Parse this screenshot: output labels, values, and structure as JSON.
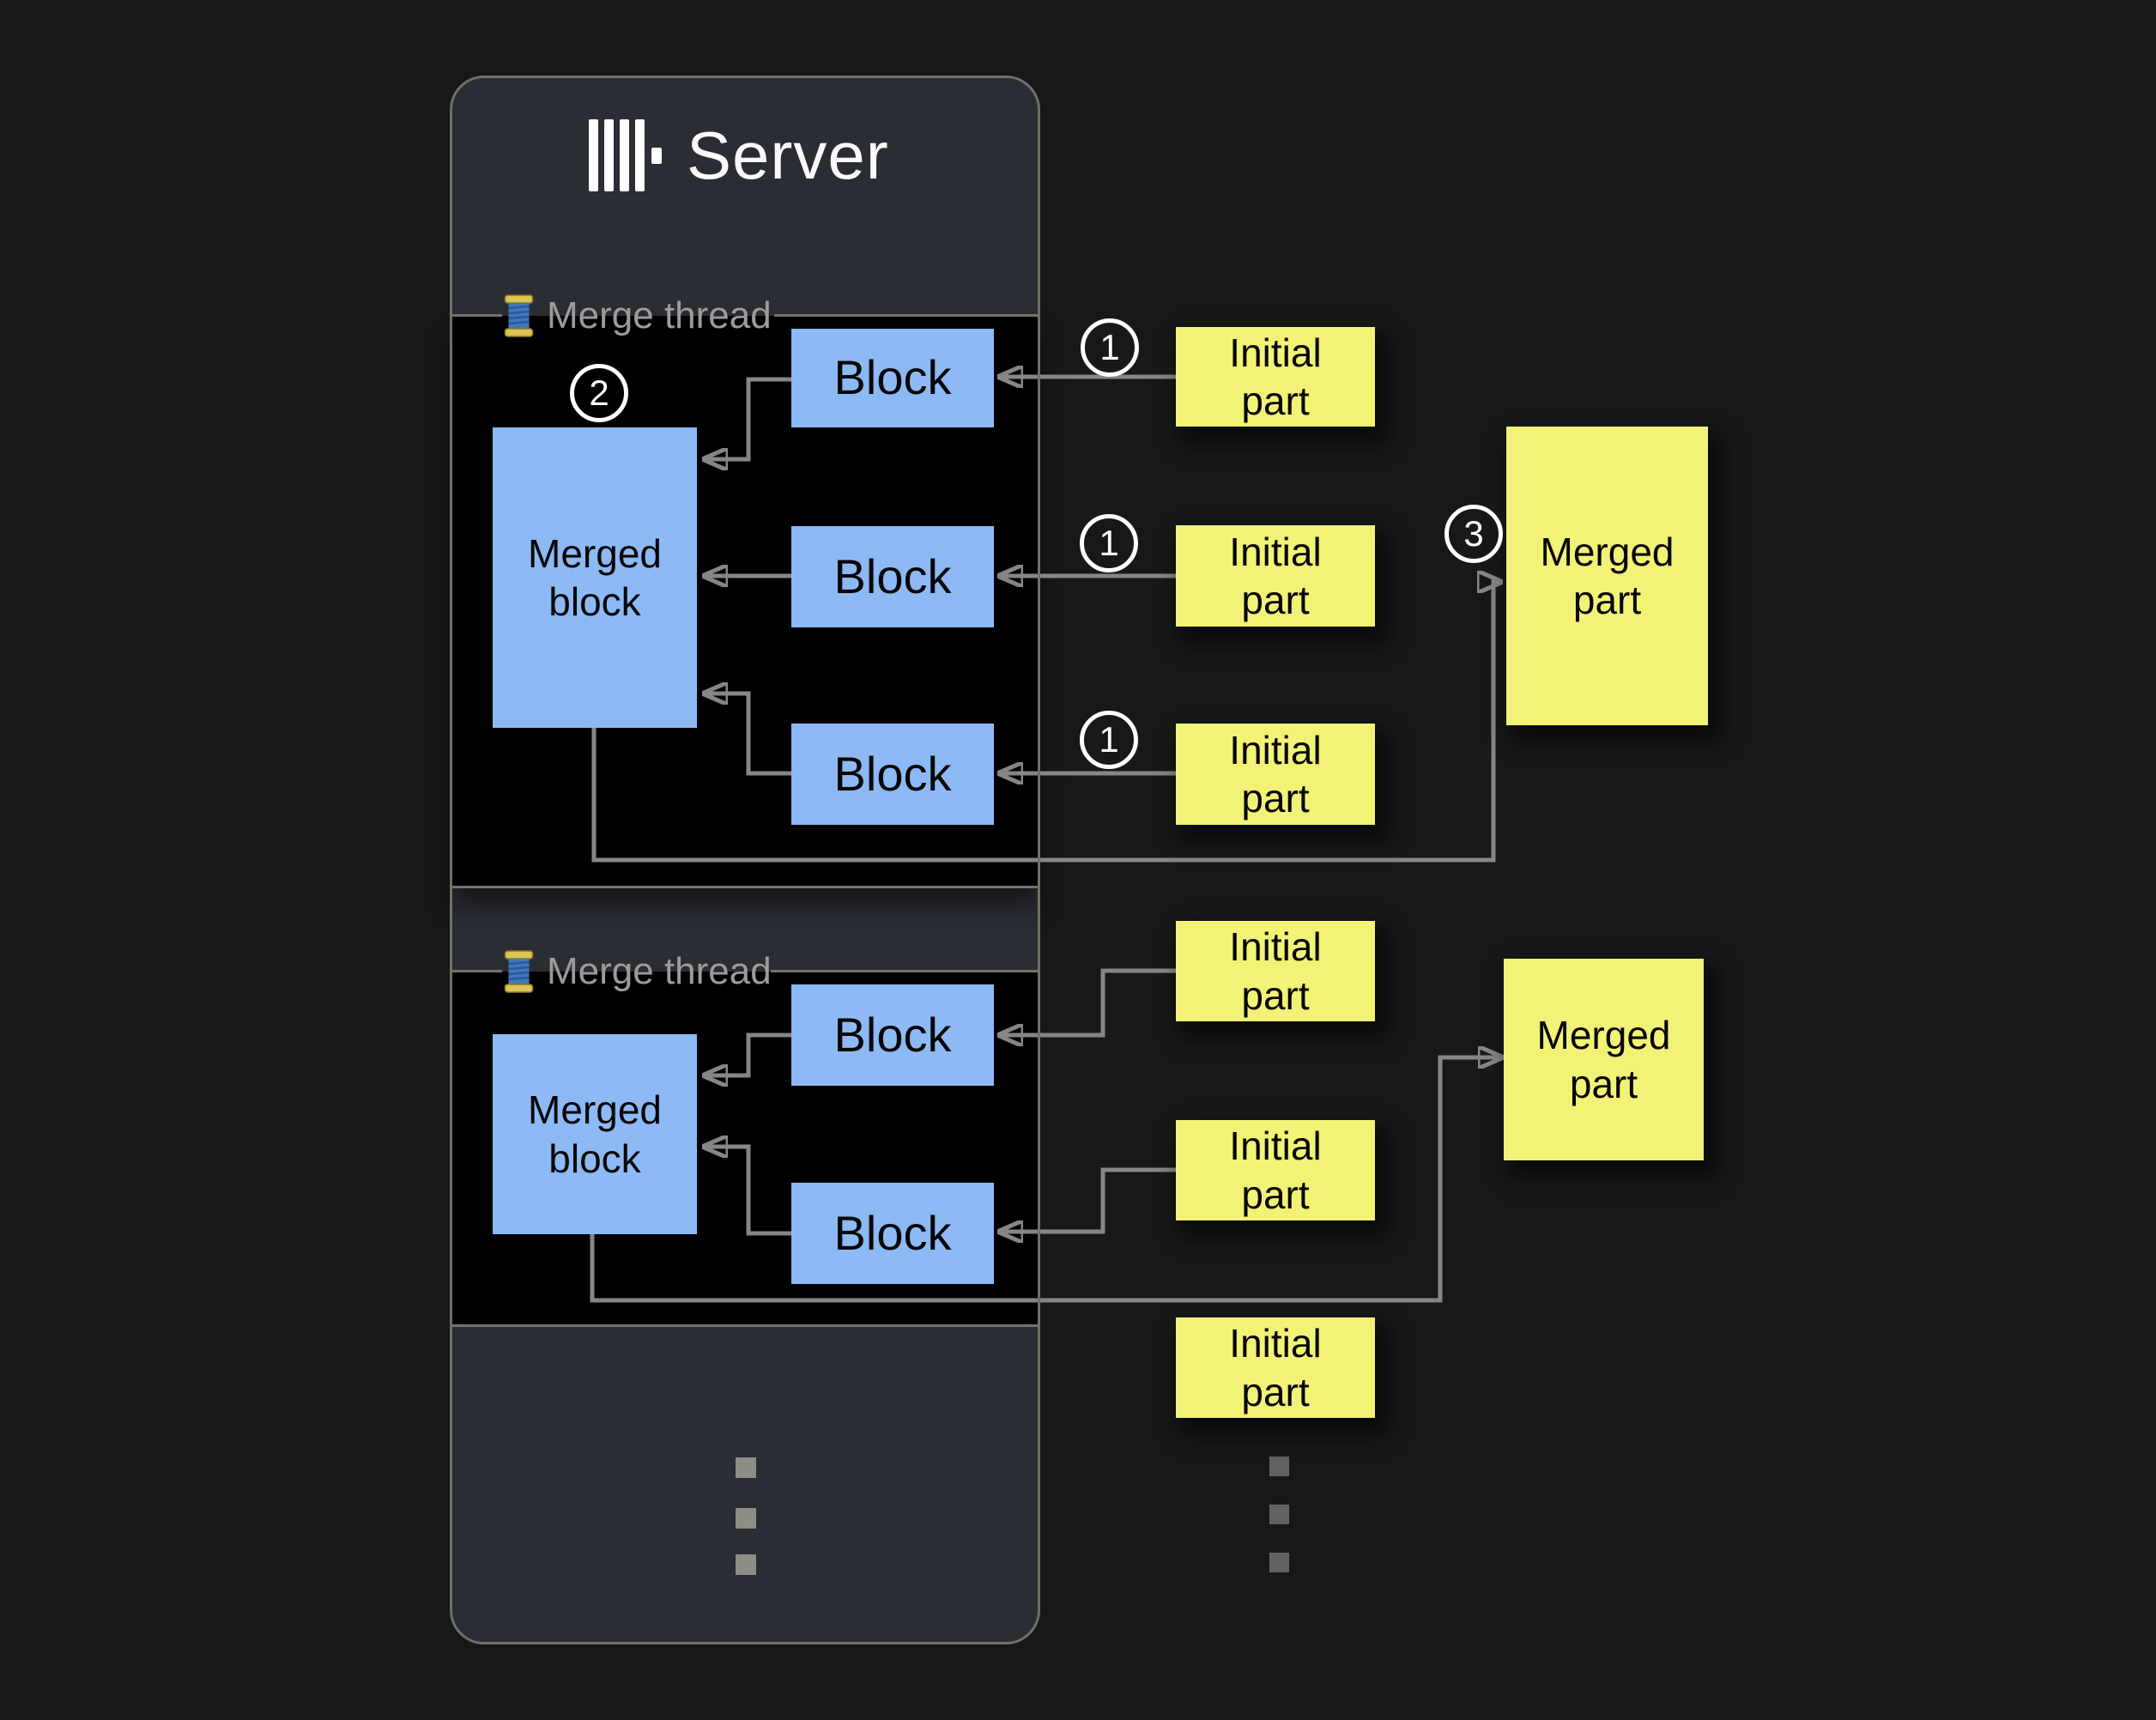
{
  "server": {
    "title": "Server"
  },
  "threads": [
    {
      "label": "Merge thread",
      "merged_block": {
        "label": "Merged block",
        "step_badge": "2"
      },
      "blocks": [
        {
          "label": "Block"
        },
        {
          "label": "Block"
        },
        {
          "label": "Block"
        }
      ],
      "input_badges": [
        "1",
        "1",
        "1"
      ],
      "output_badge": "3"
    },
    {
      "label": "Merge thread",
      "merged_block": {
        "label": "Merged block"
      },
      "blocks": [
        {
          "label": "Block"
        },
        {
          "label": "Block"
        }
      ]
    }
  ],
  "initial_parts": [
    {
      "label": "Initial part"
    },
    {
      "label": "Initial part"
    },
    {
      "label": "Initial part"
    },
    {
      "label": "Initial part"
    },
    {
      "label": "Initial part"
    },
    {
      "label": "Initial part"
    }
  ],
  "merged_parts": [
    {
      "label": "Merged part"
    },
    {
      "label": "Merged part"
    }
  ],
  "icons": {
    "logo": "clickhouse-bars-logo",
    "thread_icon": "thread-spool-icon",
    "ellipsis": "vertical-ellipsis-dots"
  },
  "colors": {
    "canvas_bg": "#17181a",
    "server_fill": "#2a2d34",
    "server_border": "#6e7164",
    "panel_fill": "#000000",
    "panel_border": "#72756a",
    "block_fill": "#8db9f5",
    "part_fill": "#f2f376",
    "connector": "#868686",
    "legend_text": "#9c9c9c",
    "title_text": "#fafafa"
  }
}
